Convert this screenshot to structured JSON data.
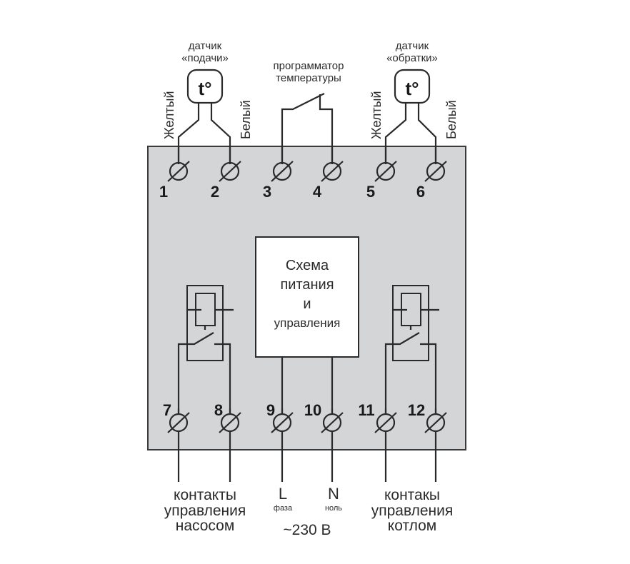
{
  "diagram": {
    "colors": {
      "enclosure_fill": "#d4d5d7",
      "line": "#2a2a2a",
      "text": "#2b2b2b",
      "block_fill": "#ffffff"
    },
    "sensors": [
      {
        "id": "supply",
        "label_line1": "датчик",
        "label_line2": "«подачи»",
        "symbol": "t°",
        "wire_left": "Желтый",
        "wire_right": "Белый"
      },
      {
        "id": "return",
        "label_line1": "датчик",
        "label_line2": "«обратки»",
        "symbol": "t°",
        "wire_left": "Желтый",
        "wire_right": "Белый"
      }
    ],
    "programmer": {
      "label_line1": "программатор",
      "label_line2": "температуры"
    },
    "top_terminals": [
      "1",
      "2",
      "3",
      "4",
      "5",
      "6"
    ],
    "bottom_terminals": [
      "7",
      "8",
      "9",
      "10",
      "11",
      "12"
    ],
    "control_block": {
      "line1": "Схема",
      "line2": "питания",
      "line3": "и",
      "line4": "управления"
    },
    "relays": [
      {
        "id": "relay-pump"
      },
      {
        "id": "relay-boiler"
      }
    ],
    "bottom_labels": {
      "pump": {
        "line1": "контакты",
        "line2": "управления",
        "line3": "насосом"
      },
      "phase": {
        "letter": "L",
        "sub": "фаза"
      },
      "neutral": {
        "letter": "N",
        "sub": "ноль"
      },
      "voltage": "~230 В",
      "boiler": {
        "line1": "контакы",
        "line2": "управления",
        "line3": "котлом"
      }
    }
  }
}
